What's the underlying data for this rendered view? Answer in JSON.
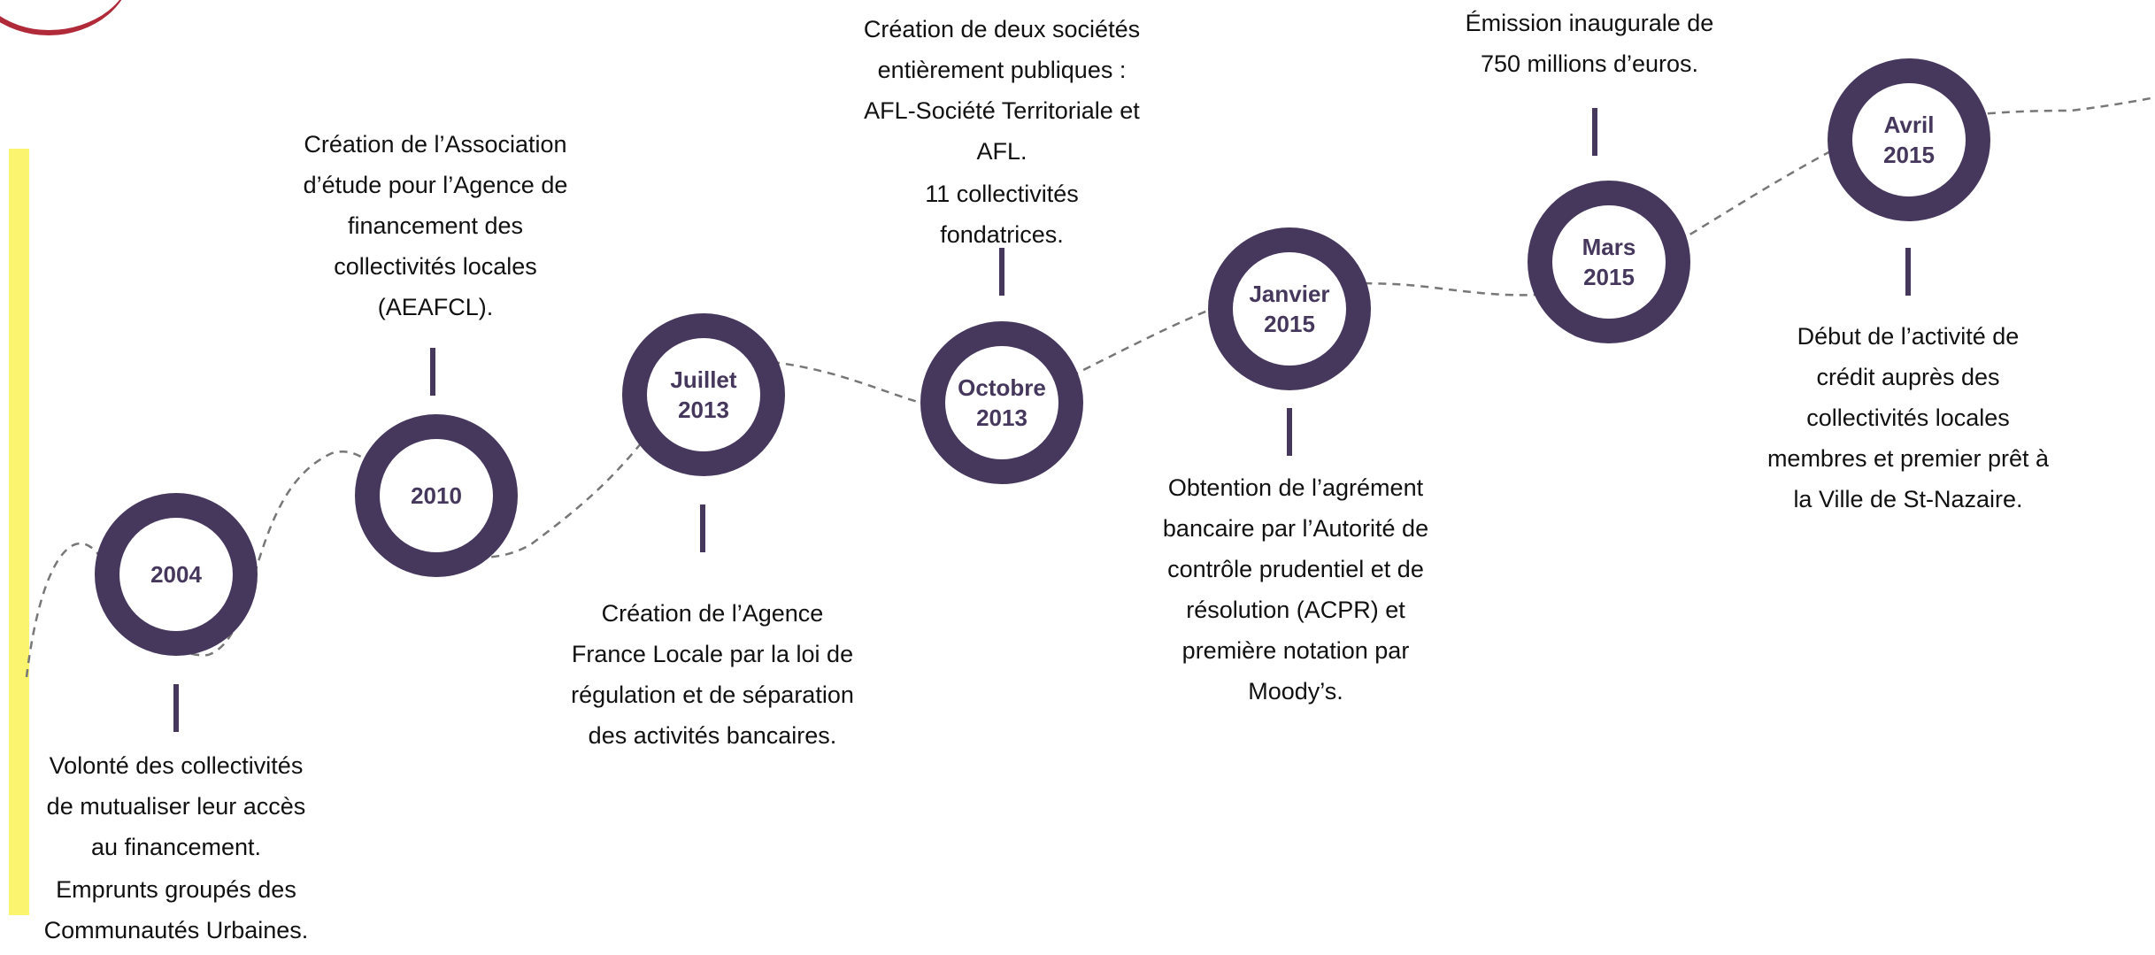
{
  "colors": {
    "ring": "#46385d",
    "accent_bar": "#fbf46f",
    "path": "#777777",
    "text": "#111111",
    "logo_red": "#b02a3a",
    "logo_blue": "#3a3f8f"
  },
  "milestones": [
    {
      "date": "2004",
      "text": [
        "Volonté des collectivités de mutualiser leur accès au financement.",
        "Emprunts groupés des Communautés Urbaines."
      ]
    },
    {
      "date": "2010",
      "text": [
        "Création de l’Association d’étude pour l’Agence de financement des collectivités locales (AEAFCL)."
      ]
    },
    {
      "date": "Juillet\n2013",
      "text": [
        "Création de l’Agence France Locale par la loi de régulation et de séparation des activités bancaires."
      ]
    },
    {
      "date": "Octobre\n2013",
      "text": [
        "Création de deux sociétés entièrement publiques : AFL-Société Territoriale et AFL.",
        "11 collectivités fondatrices."
      ]
    },
    {
      "date": "Janvier\n2015",
      "text": [
        "Obtention de l’agrément bancaire par l’Autorité de contrôle prudentiel et de résolution (ACPR) et première notation par Moody’s."
      ]
    },
    {
      "date": "Mars\n2015",
      "text": [
        "Émission inaugurale de 750 millions d’euros."
      ]
    },
    {
      "date": "Avril\n2015",
      "text": [
        "Début de l’activité de crédit auprès des collectivités locales membres et premier prêt à la Ville de St-Nazaire."
      ]
    }
  ]
}
